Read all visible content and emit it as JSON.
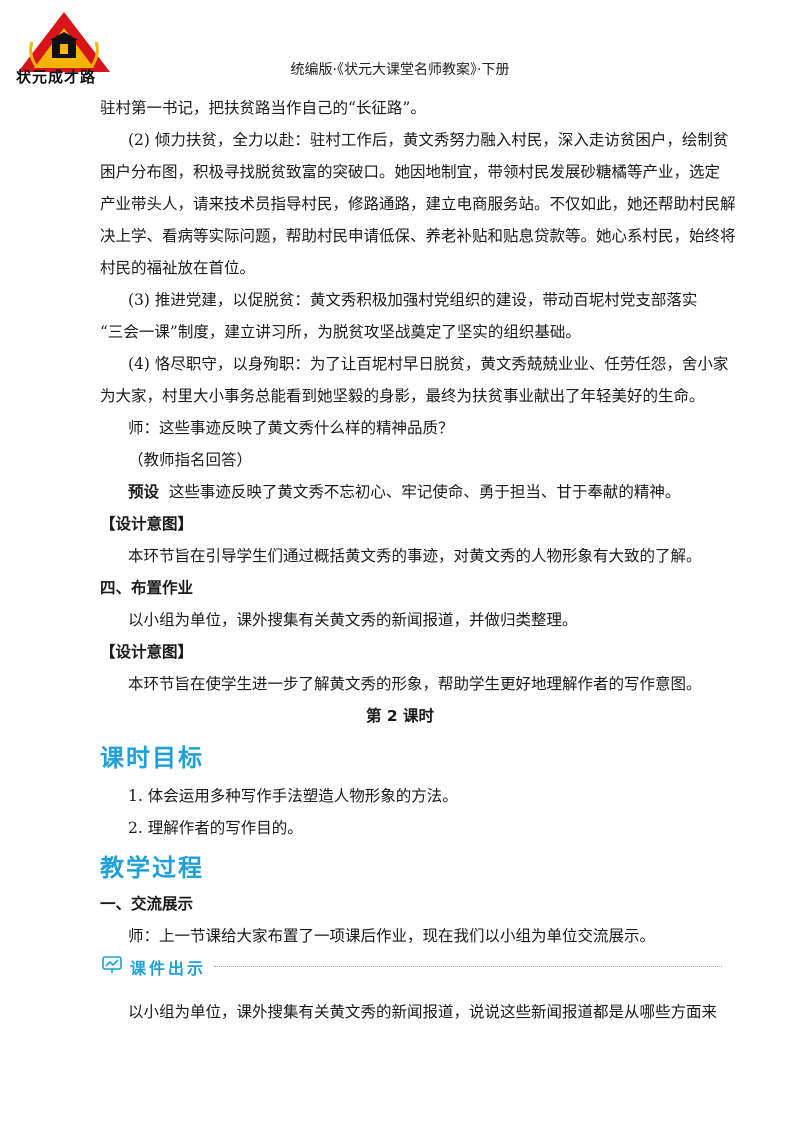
{
  "header": {
    "logo_text": "状元成才路",
    "title": "统编版·《状元大课堂名师教案》·下册"
  },
  "content": {
    "line1": "驻村第一书记，把扶贫路当作自己的“长征路”。",
    "item2": [
      "(2) 倾力扶贫，全力以赴：驻村工作后，黄文秀努力融入村民，深入走访贫困户，绘制贫",
      "困户分布图，积极寻找脱贫致富的突破口。她因地制宜，带领村民发展砂糖橘等产业，选定",
      "产业带头人，请来技术员指导村民，修路通路，建立电商服务站。不仅如此，她还帮助村民解",
      "决上学、看病等实际问题，帮助村民申请低保、养老补贴和贴息贷款等。她心系村民，始终将",
      "村民的福祉放在首位。"
    ],
    "item3": [
      "(3) 推进党建，以促脱贫：黄文秀积极加强村党组织的建设，带动百坭村党支部落实",
      "“三会一课”制度，建立讲习所，为脱贫攻坚战奠定了坚实的组织基础。"
    ],
    "item4": [
      "(4) 恪尽职守，以身殉职：为了让百坭村早日脱贫，黄文秀兢兢业业、任劳任怨，舍小家",
      "为大家，村里大小事务总能看到她坚毅的身影，最终为扶贫事业献出了年轻美好的生命。"
    ],
    "teacher_q": "师：这些事迹反映了黄文秀什么样的精神品质？",
    "teacher_note": "（教师指名回答）",
    "preset_label": "预设",
    "preset_text": "这些事迹反映了黄文秀不忘初心、牢记使命、勇于担当、甘于奉献的精神。",
    "design1_label": "【设计意图】",
    "design1_text": "本环节旨在引导学生们通过概括黄文秀的事迹，对黄文秀的人物形象有大致的了解。",
    "section4_title": "四、布置作业",
    "section4_text": "以小组为单位，课外搜集有关黄文秀的新闻报道，并做归类整理。",
    "design2_label": "【设计意图】",
    "design2_text": "本环节旨在使学生进一步了解黄文秀的形象，帮助学生更好地理解作者的写作意图。",
    "lesson_title": "第 2 课时",
    "goals_title": "课时目标",
    "goals": [
      "1. 体会运用多种写作手法塑造人物形象的方法。",
      "2. 理解作者的写作目的。"
    ],
    "process_title": "教学过程",
    "section1_title": "一、交流展示",
    "section1_text": "师：上一节课给大家布置了一项课后作业，现在我们以小组为单位交流展示。",
    "courseware_label": "课件出示",
    "last_line": "以小组为单位，课外搜集有关黄文秀的新闻报道，说说这些新闻报道都是从哪些方面来"
  },
  "colors": {
    "accent": "#1fa0d8",
    "logo_red": "#d7141a",
    "logo_yellow": "#f5b400"
  },
  "icons": {
    "courseware": "presentation-board-icon",
    "logo": "school-emblem-icon"
  }
}
